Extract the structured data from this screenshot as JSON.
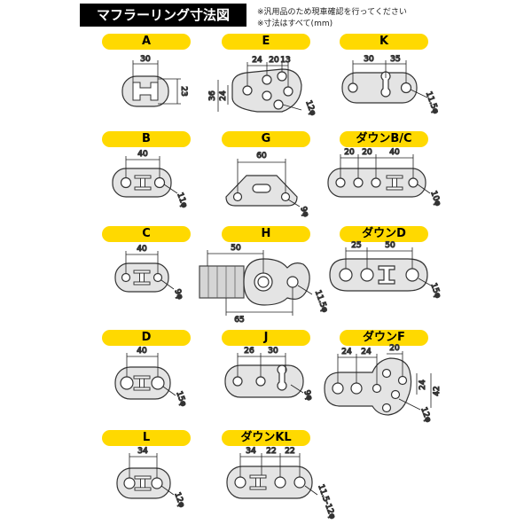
{
  "title": "マフラーリング寸法図",
  "notes": [
    "※汎用品のため現車確認を行ってください",
    "※寸法はすべて(mm)"
  ],
  "parts": {
    "A": {
      "label": "A",
      "dims": [
        "30",
        "23"
      ]
    },
    "E": {
      "label": "E",
      "dims": [
        "24",
        "20",
        "13",
        "36",
        "24",
        "12φ"
      ]
    },
    "K": {
      "label": "K",
      "dims": [
        "30",
        "35",
        "11.5φ"
      ]
    },
    "B": {
      "label": "B",
      "dims": [
        "40",
        "11φ"
      ]
    },
    "G": {
      "label": "G",
      "dims": [
        "60",
        "9φ"
      ]
    },
    "DBC": {
      "label": "ダウンB/C",
      "dims": [
        "20",
        "20",
        "40",
        "10φ"
      ]
    },
    "C": {
      "label": "C",
      "dims": [
        "40",
        "9φ"
      ]
    },
    "H": {
      "label": "H",
      "dims": [
        "50",
        "65",
        "11.5φ"
      ]
    },
    "DD": {
      "label": "ダウンD",
      "dims": [
        "25",
        "50",
        "15φ"
      ]
    },
    "D": {
      "label": "D",
      "dims": [
        "40",
        "15φ"
      ]
    },
    "J": {
      "label": "J",
      "dims": [
        "26",
        "30",
        "9φ"
      ]
    },
    "DF": {
      "label": "ダウンF",
      "dims": [
        "24",
        "24",
        "20",
        "24",
        "42",
        "12φ"
      ]
    },
    "L": {
      "label": "L",
      "dims": [
        "34",
        "12φ"
      ]
    },
    "DKL": {
      "label": "ダウンKL",
      "dims": [
        "34",
        "22",
        "22",
        "11.5-12φ"
      ]
    }
  },
  "colors": {
    "pill": "#ffd900",
    "body": "#e4e4e4",
    "hole": "#ffffff",
    "stroke": "#333333"
  }
}
